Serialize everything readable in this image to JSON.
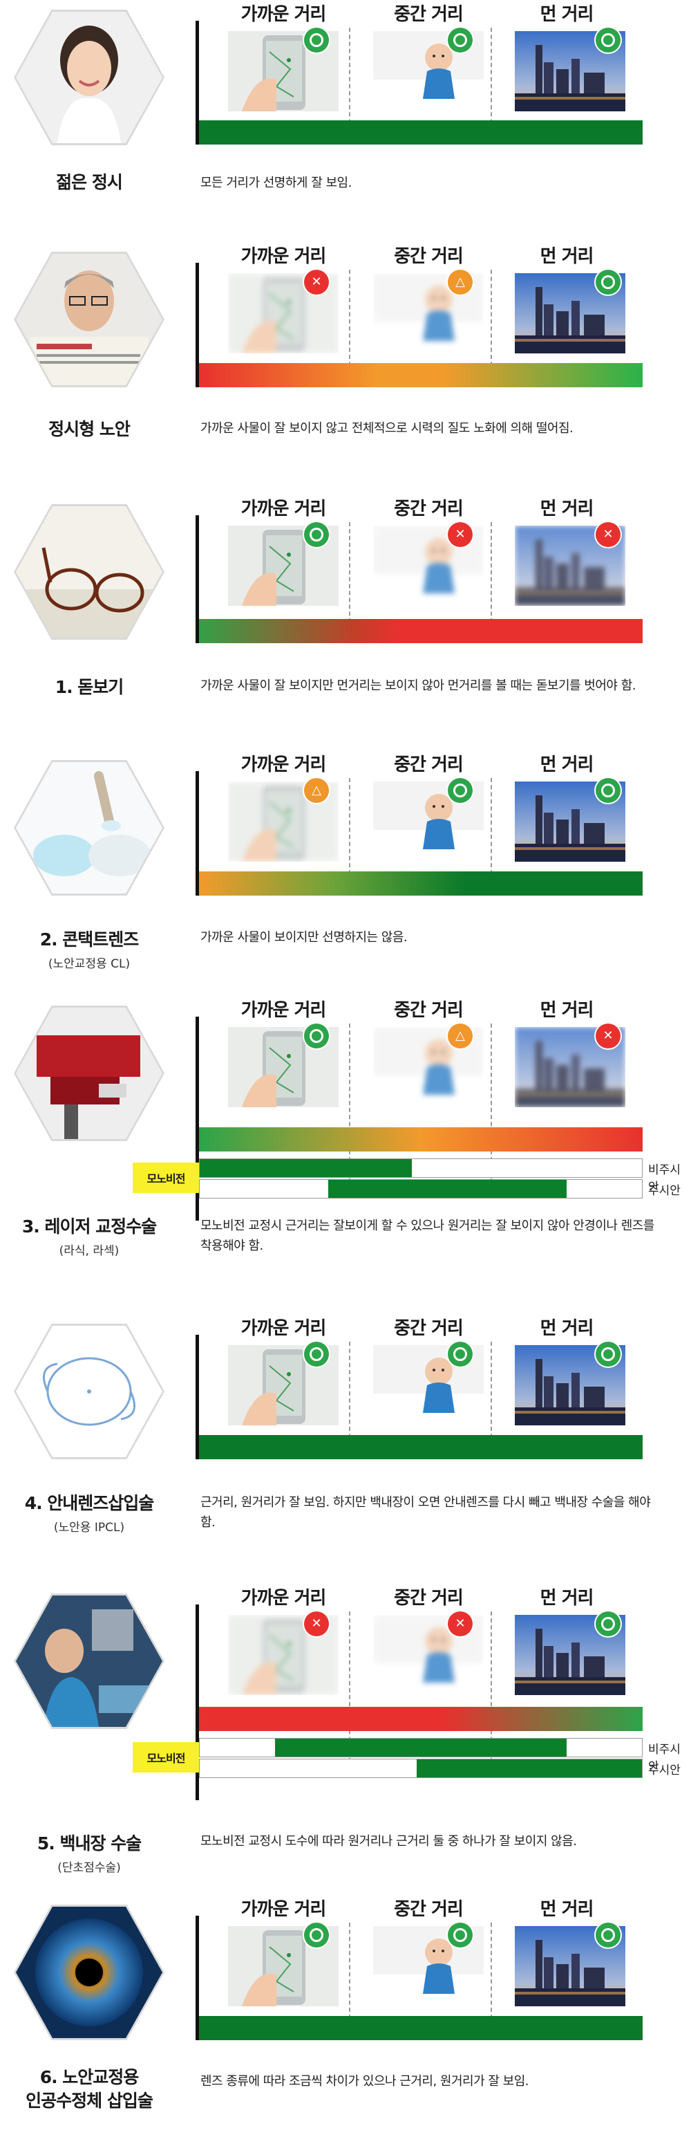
{
  "distance_labels": [
    "가까운 거리",
    "중간 거리",
    "먼 거리"
  ],
  "status_colors": {
    "ok": "#2ca44a",
    "no": "#e8312e",
    "mid": "#f0962a"
  },
  "mono": {
    "tag": "모노비전",
    "row1": "비주시안",
    "row2": "주시안"
  },
  "sections": [
    {
      "title": "젊은 정시",
      "subtitle": "",
      "photo": "young-woman-photo",
      "statuses": [
        "ok",
        "ok",
        "ok"
      ],
      "gradient": "#0a7a2a 0%, #0a7a2a 100%",
      "description": "모든 거리가 선명하게 잘 보임."
    },
    {
      "title": "정시형 노안",
      "subtitle": "",
      "photo": "elderly-man-newspaper-photo",
      "statuses": [
        "no",
        "mid",
        "ok"
      ],
      "gradient": "#e8312e 0%, #f39a2c 40%, #f39a2c 55%, #2ab34a 100%",
      "description": "가까운 사물이 잘 보이지 않고 전체적으로 시력의 질도 노화에 의해 떨어짐."
    },
    {
      "title": "1. 돋보기",
      "subtitle": "",
      "photo": "reading-glasses-photo",
      "statuses": [
        "ok",
        "no",
        "no"
      ],
      "gradient": "#33a047 0%, #c04028 35%, #e8312e 45%, #e8312e 100%",
      "description": "가까운 사물이 잘 보이지만 먼거리는 보이지 않아 먼거리를 볼 때는 돋보기를 벗어야 함."
    },
    {
      "title": "2. 콘택트렌즈",
      "subtitle": "(노안교정용 CL)",
      "photo": "contact-lens-photo",
      "statuses": [
        "mid",
        "ok",
        "ok"
      ],
      "gradient": "#f39a2c 0%, #6ea33a 30%, #0a7a2a 60%, #0a7a2a 100%",
      "description": "가까운 사물이 보이지만 선명하지는 않음."
    },
    {
      "title": "3. 레이저 교정수술",
      "subtitle": "(라식, 라섹)",
      "photo": "laser-machine-photo",
      "statuses": [
        "ok",
        "mid",
        "no"
      ],
      "gradient": "#2ca44a 0%, #f39a2c 50%, #e8312e 100%",
      "mono_rows": [
        {
          "start": 0,
          "end": 0.48
        },
        {
          "start": 0.29,
          "end": 0.83
        }
      ],
      "description": "모노비전 교정시 근거리는 잘보이게 할 수 있으나 원거리는 잘 보이지 않아 안경이나 렌즈를 착용해야 함."
    },
    {
      "title": "4. 안내렌즈삽입술",
      "subtitle": "(노안용 IPCL)",
      "photo": "implant-lens-photo",
      "statuses": [
        "ok",
        "ok",
        "ok"
      ],
      "gradient": "#0a7a2a 0%, #0a7a2a 100%",
      "description": "근거리, 원거리가 잘 보임. 하지만 백내장이 오면 안내렌즈를 다시 빼고 백내장 수술을 해야 함."
    },
    {
      "title": "5. 백내장 수술",
      "subtitle": "(단초점수술)",
      "photo": "surgeon-microscope-photo",
      "statuses": [
        "no",
        "no",
        "ok"
      ],
      "gradient": "#e8312e 0%, #e8312e 55%, #2ca44a 100%",
      "mono_rows": [
        {
          "start": 0.17,
          "end": 0.83
        },
        {
          "start": 0.49,
          "end": 1.0
        }
      ],
      "description": "모노비전 교정시 도수에 따라 원거리나 근거리 둘 중 하나가 잘 보이지 않음."
    },
    {
      "title": "6. 노안교정용",
      "subtitle": "인공수정체 삽입술",
      "photo": "eye-iris-photo",
      "statuses": [
        "ok",
        "ok",
        "ok"
      ],
      "gradient": "#0a7a2a 0%, #0a7a2a 100%",
      "description": "렌즈 종류에 따라 조금씩 차이가 있으나 근거리, 원거리가 잘 보임."
    }
  ]
}
